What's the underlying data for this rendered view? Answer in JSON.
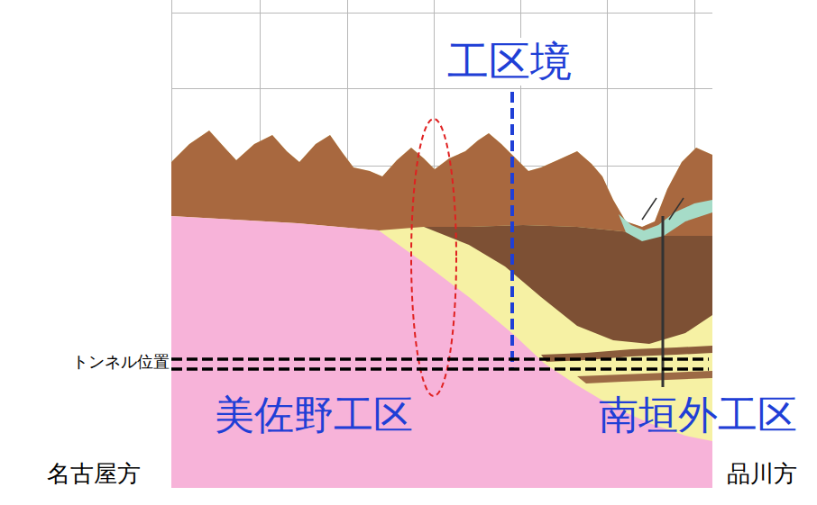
{
  "diagram": {
    "labels": [
      "工区境",
      "トンネル位置",
      "美佐野工区",
      "南垣外工区",
      "名古屋方",
      "品川方"
    ]
  }
}
